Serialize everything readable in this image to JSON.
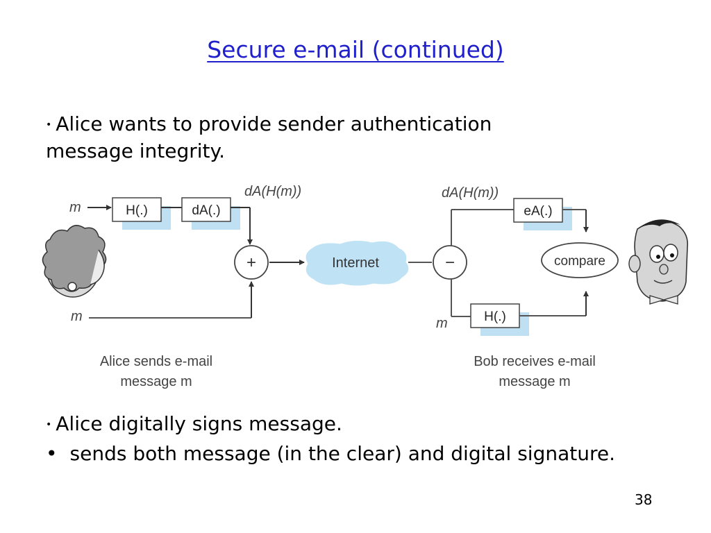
{
  "slide": {
    "title": "Secure e-mail (continued)",
    "intro": {
      "line1": "Alice wants to provide sender authentication",
      "line2": "message integrity."
    },
    "points": [
      "Alice digitally signs message.",
      "sends both message (in the clear) and digital signature."
    ],
    "page_number": "38"
  },
  "diagram": {
    "alice": {
      "m_top": "m",
      "hash_box": "H(.)",
      "sign_box": "dA(.)",
      "signature_label": "dA(H(m))",
      "plus_symbol": "+",
      "m_bottom": "m",
      "caption_line1": "Alice sends e-mail",
      "caption_line2": "message m"
    },
    "internet_label": "Internet",
    "bob": {
      "minus_symbol": "−",
      "signature_label": "dA(H(m))",
      "verify_box": "eA(.)",
      "compare_label": "compare",
      "hash_box": "H(.)",
      "m_label": "m",
      "caption_line1": "Bob receives e-mail",
      "caption_line2": "message m"
    },
    "colors": {
      "shadow": "#bfe0f2",
      "cloud": "#bfe3f5",
      "line": "#555555"
    }
  }
}
